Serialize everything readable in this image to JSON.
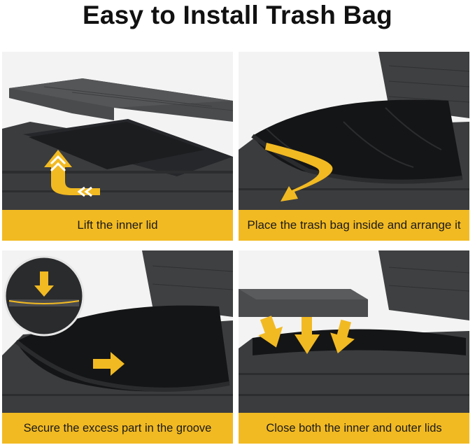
{
  "title": "Easy to Install Trash Bag",
  "steps": [
    {
      "caption": "Lift the inner lid"
    },
    {
      "caption": "Place the trash bag inside and arrange it"
    },
    {
      "caption": "Secure the excess part in the groove"
    },
    {
      "caption": "Close both the inner and outer lids"
    }
  ],
  "colors": {
    "accent_yellow": "#f2ba22",
    "bin_dark": "#3a3b3d",
    "background": "#f4f4f4"
  }
}
